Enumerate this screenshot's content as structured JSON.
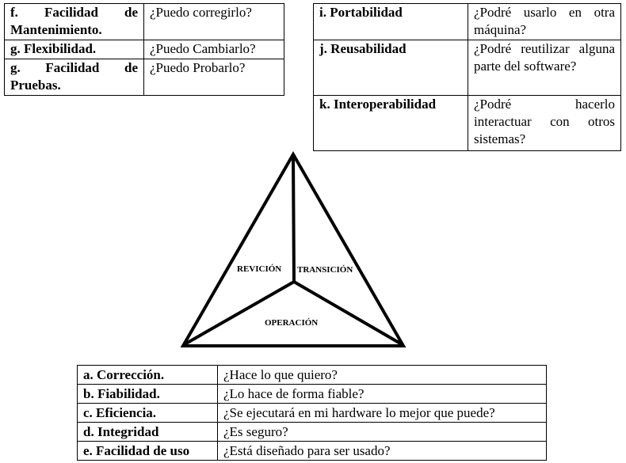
{
  "revision": {
    "rows": [
      {
        "factor": "f. Facilidad de Mantenimiento.",
        "question": "¿Puedo corregirlo?"
      },
      {
        "factor": "g. Flexibilidad.",
        "question": "¿Puedo Cambiarlo?"
      },
      {
        "factor": "g. Facilidad de Pruebas.",
        "question": "¿Puedo Probarlo?"
      }
    ]
  },
  "transicion": {
    "rows": [
      {
        "factor": "i. Portabilidad",
        "question": "¿Podré usarlo en otra máquina?"
      },
      {
        "factor": "j. Reusabilidad",
        "question": "¿Podré reutilizar alguna parte del software?"
      },
      {
        "factor": "k. Interoperabilidad",
        "question": "¿Podré hacerlo interactuar con otros sistemas?"
      }
    ]
  },
  "triangle": {
    "labels": {
      "revision": "REVICIÓN",
      "transicion": "TRANSICIÓN",
      "operacion": "OPERACIÓN"
    }
  },
  "operacion": {
    "rows": [
      {
        "factor": "a. Corrección.",
        "question": "¿Hace lo que quiero?"
      },
      {
        "factor": "b. Fiabilidad.",
        "question": "¿Lo hace de forma fiable?"
      },
      {
        "factor": "c. Eficiencia.",
        "question": "¿Se ejecutará en mi hardware lo mejor que puede?"
      },
      {
        "factor": "d. Integridad",
        "question": "¿Es seguro?"
      },
      {
        "factor": "e. Facilidad de uso",
        "question": "¿Está diseñado para ser usado?"
      }
    ]
  }
}
